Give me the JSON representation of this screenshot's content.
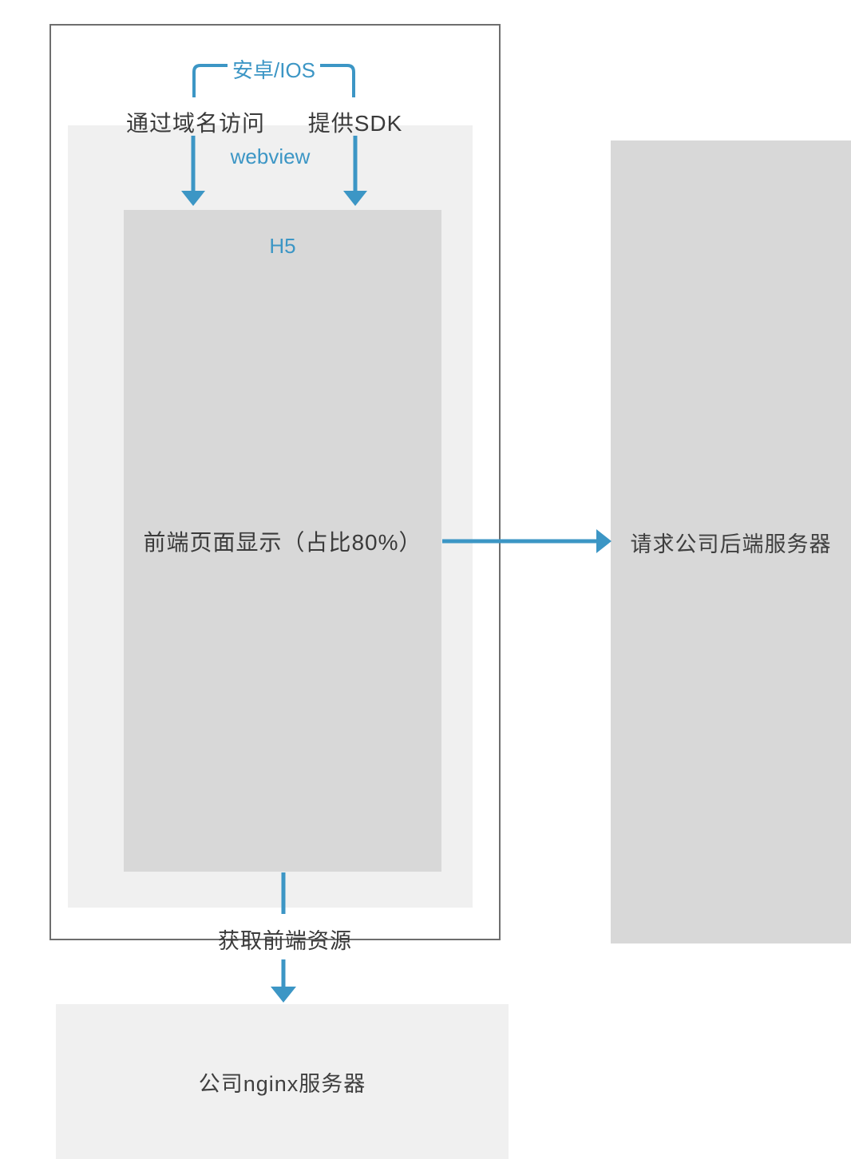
{
  "colors": {
    "accent_blue": "#3c96c5",
    "frame_border": "#6e6e6e",
    "light_box": "#f0f0f0",
    "dark_box": "#d8d8d8",
    "text_dark": "#3a3a3a"
  },
  "device": {
    "platform_bracket_label": "安卓/IOS",
    "domain_access_label": "通过域名访问",
    "sdk_label": "提供SDK",
    "webview_label": "webview",
    "h5_label": "H5",
    "frontend_display_label": "前端页面显示（占比80%）"
  },
  "backend": {
    "label": "请求公司后端服务器"
  },
  "nginx": {
    "fetch_resources_label": "获取前端资源",
    "server_label": "公司nginx服务器"
  },
  "icons": {
    "arrow_down": "arrow-down-icon",
    "arrow_right": "arrow-right-icon",
    "bracket": "downward-bracket"
  }
}
